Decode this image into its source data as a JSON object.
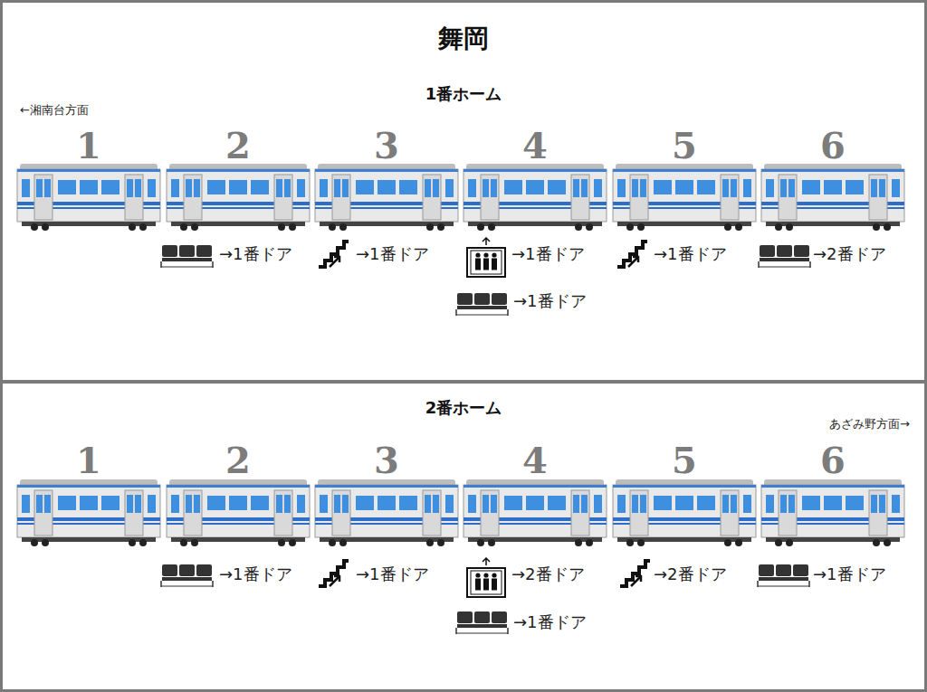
{
  "diagram": {
    "title": "舞岡",
    "nodes": [
      {
        "text": [
          "1番ホーム"
        ]
      },
      {
        "text": [
          "2番ホーム"
        ]
      }
    ],
    "labels": [
      "←湘南台方面",
      "1",
      "2",
      "3",
      "4",
      "5",
      "6",
      "→1番ドア",
      "→1番ドア",
      "→1番ドア",
      "→1番ドア",
      "→2番ドア",
      "→1番ドア",
      "あざみ野方面→",
      "1",
      "2",
      "3",
      "4",
      "5",
      "6",
      "→1番ドア",
      "→1番ドア",
      "→2番ドア",
      "→2番ドア",
      "→1番ドア",
      "→1番ドア"
    ]
  }
}
